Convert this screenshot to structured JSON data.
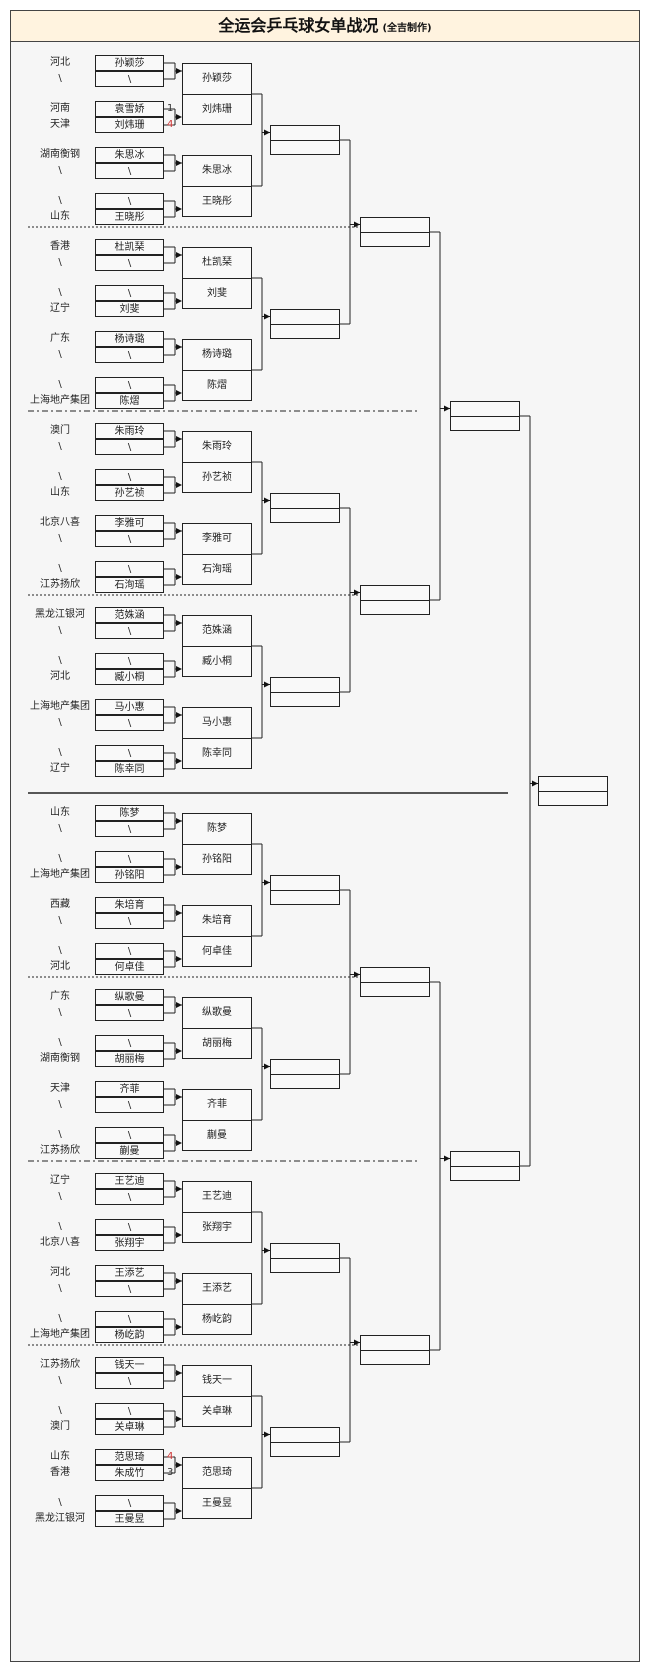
{
  "header": {
    "title": "全运会乒乓球女单战况",
    "subtitle": "(全吉制作)"
  },
  "colors": {
    "frame": "#444444",
    "title_bg": "#fff3df",
    "panel_bg": "#f6f6f6",
    "winner_score": "#cc3333",
    "loser_score": "#333333"
  },
  "r1": [
    {
      "prov": "河北",
      "name": "孙颖莎"
    },
    {
      "prov": "\\",
      "name": "\\"
    },
    {
      "prov": "河南",
      "name": "袁雪娇",
      "score": "1",
      "score_kind": "loser"
    },
    {
      "prov": "天津",
      "name": "刘炜珊",
      "score": "4",
      "score_kind": "winner"
    },
    {
      "prov": "湖南衡钢",
      "name": "朱思冰"
    },
    {
      "prov": "\\",
      "name": "\\"
    },
    {
      "prov": "\\",
      "name": "\\"
    },
    {
      "prov": "山东",
      "name": "王晓彤"
    },
    {
      "prov": "香港",
      "name": "杜凯琹"
    },
    {
      "prov": "\\",
      "name": "\\"
    },
    {
      "prov": "\\",
      "name": "\\"
    },
    {
      "prov": "辽宁",
      "name": "刘斐"
    },
    {
      "prov": "广东",
      "name": "杨诗璐"
    },
    {
      "prov": "\\",
      "name": "\\"
    },
    {
      "prov": "\\",
      "name": "\\"
    },
    {
      "prov": "上海地产集团",
      "name": "陈熠"
    },
    {
      "prov": "澳门",
      "name": "朱雨玲"
    },
    {
      "prov": "\\",
      "name": "\\"
    },
    {
      "prov": "\\",
      "name": "\\"
    },
    {
      "prov": "山东",
      "name": "孙艺祯"
    },
    {
      "prov": "北京八喜",
      "name": "李雅可"
    },
    {
      "prov": "\\",
      "name": "\\"
    },
    {
      "prov": "\\",
      "name": "\\"
    },
    {
      "prov": "江苏扬欣",
      "name": "石洵瑶"
    },
    {
      "prov": "黑龙江银河",
      "name": "范姝涵"
    },
    {
      "prov": "\\",
      "name": "\\"
    },
    {
      "prov": "\\",
      "name": "\\"
    },
    {
      "prov": "河北",
      "name": "臧小桐"
    },
    {
      "prov": "上海地产集团",
      "name": "马小惠"
    },
    {
      "prov": "\\",
      "name": "\\"
    },
    {
      "prov": "\\",
      "name": "\\"
    },
    {
      "prov": "辽宁",
      "name": "陈幸同"
    },
    {
      "prov": "山东",
      "name": "陈梦"
    },
    {
      "prov": "\\",
      "name": "\\"
    },
    {
      "prov": "\\",
      "name": "\\"
    },
    {
      "prov": "上海地产集团",
      "name": "孙铭阳"
    },
    {
      "prov": "西藏",
      "name": "朱培育"
    },
    {
      "prov": "\\",
      "name": "\\"
    },
    {
      "prov": "\\",
      "name": "\\"
    },
    {
      "prov": "河北",
      "name": "何卓佳"
    },
    {
      "prov": "广东",
      "name": "纵歌曼"
    },
    {
      "prov": "\\",
      "name": "\\"
    },
    {
      "prov": "\\",
      "name": "\\"
    },
    {
      "prov": "湖南衡钢",
      "name": "胡丽梅"
    },
    {
      "prov": "天津",
      "name": "齐菲"
    },
    {
      "prov": "\\",
      "name": "\\"
    },
    {
      "prov": "\\",
      "name": "\\"
    },
    {
      "prov": "江苏扬欣",
      "name": "蒯曼"
    },
    {
      "prov": "辽宁",
      "name": "王艺迪"
    },
    {
      "prov": "\\",
      "name": "\\"
    },
    {
      "prov": "\\",
      "name": "\\"
    },
    {
      "prov": "北京八喜",
      "name": "张翔宇"
    },
    {
      "prov": "河北",
      "name": "王添艺"
    },
    {
      "prov": "\\",
      "name": "\\"
    },
    {
      "prov": "\\",
      "name": "\\"
    },
    {
      "prov": "上海地产集团",
      "name": "杨屹韵"
    },
    {
      "prov": "江苏扬欣",
      "name": "钱天一"
    },
    {
      "prov": "\\",
      "name": "\\"
    },
    {
      "prov": "\\",
      "name": "\\"
    },
    {
      "prov": "澳门",
      "name": "关卓琳"
    },
    {
      "prov": "山东",
      "name": "范思琦",
      "score": "4",
      "score_kind": "winner"
    },
    {
      "prov": "香港",
      "name": "朱成竹",
      "score": "3",
      "score_kind": "loser"
    },
    {
      "prov": "\\",
      "name": "\\"
    },
    {
      "prov": "黑龙江银河",
      "name": "王曼昱"
    }
  ],
  "r2": [
    [
      "孙颖莎",
      "刘炜珊"
    ],
    [
      "朱思冰",
      "王晓彤"
    ],
    [
      "杜凯琹",
      "刘斐"
    ],
    [
      "杨诗璐",
      "陈熠"
    ],
    [
      "朱雨玲",
      "孙艺祯"
    ],
    [
      "李雅可",
      "石洵瑶"
    ],
    [
      "范姝涵",
      "臧小桐"
    ],
    [
      "马小惠",
      "陈幸同"
    ],
    [
      "陈梦",
      "孙铭阳"
    ],
    [
      "朱培育",
      "何卓佳"
    ],
    [
      "纵歌曼",
      "胡丽梅"
    ],
    [
      "齐菲",
      "蒯曼"
    ],
    [
      "王艺迪",
      "张翔宇"
    ],
    [
      "王添艺",
      "杨屹韵"
    ],
    [
      "钱天一",
      "关卓琳"
    ],
    [
      "范思琦",
      "王曼昱"
    ]
  ]
}
